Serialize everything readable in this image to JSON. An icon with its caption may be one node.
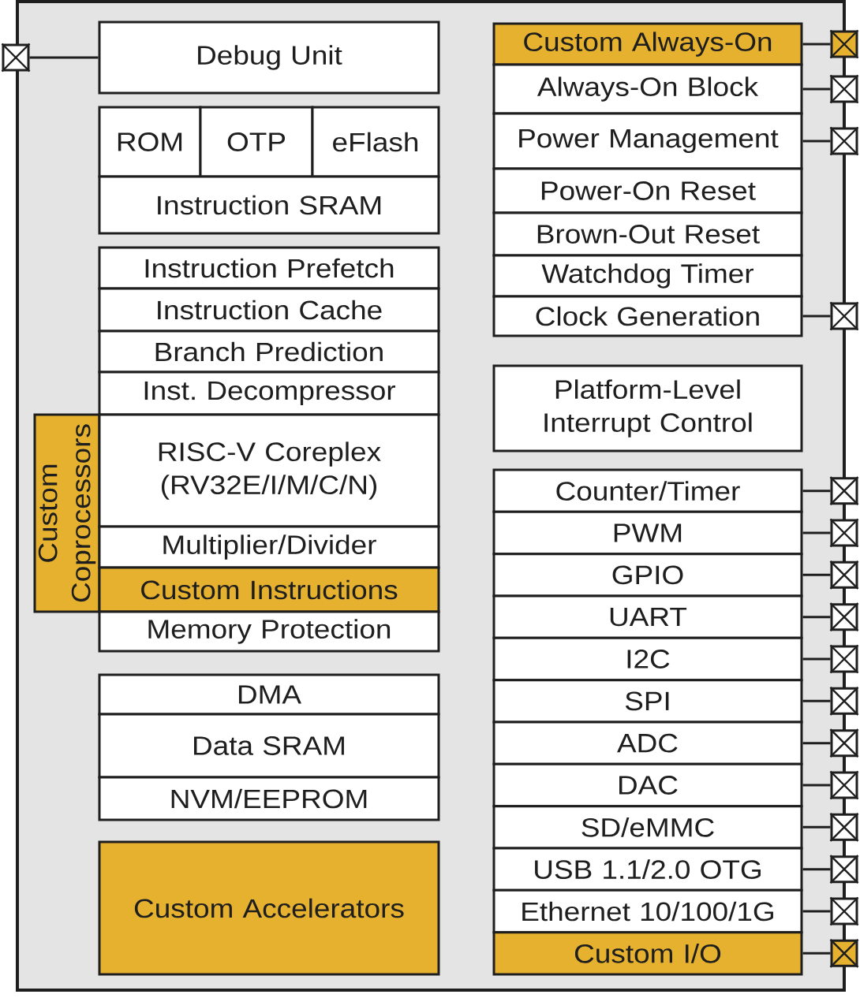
{
  "diagram": {
    "nodes": [
      {
        "text": [],
        "shape": "box"
      },
      {
        "text": [],
        "shape": "pad"
      },
      {
        "text": [
          "Debug Unit"
        ],
        "in": 0
      },
      {
        "text": [
          "ROM"
        ],
        "in": 0
      },
      {
        "text": [
          "OTP"
        ],
        "in": 0
      },
      {
        "text": [
          "eFlash"
        ],
        "in": 0
      },
      {
        "text": [
          "Instruction SRAM"
        ],
        "in": 0
      },
      {
        "text": [
          "Instruction Prefetch"
        ],
        "in": 0
      },
      {
        "text": [
          "Instruction Cache"
        ],
        "in": 0
      },
      {
        "text": [
          "Branch Prediction"
        ],
        "in": 0
      },
      {
        "text": [
          "Inst. Decompressor"
        ],
        "in": 0
      },
      {
        "text": [
          "Custom Coprocessors"
        ],
        "in": 0
      },
      {
        "text": [
          "RISC-V Coreplex (RV32E/I/M/C/N)"
        ],
        "in": 0
      },
      {
        "text": [
          "Multiplier/Divider"
        ],
        "in": 0
      },
      {
        "text": [
          "Custom Instructions"
        ],
        "in": 0
      },
      {
        "text": [
          "Memory Protection"
        ],
        "in": 0
      },
      {
        "text": [
          "DMA"
        ],
        "in": 0
      },
      {
        "text": [
          "Data SRAM"
        ],
        "in": 0
      },
      {
        "text": [
          "NVM/EEPROM"
        ],
        "in": 0
      },
      {
        "text": [
          "Custom Accelerators"
        ],
        "in": 0
      },
      {
        "text": [
          "Custom Always-On"
        ],
        "in": 0
      },
      {
        "text": [
          "Always-On Block"
        ],
        "in": 0
      },
      {
        "text": [
          "Power Management"
        ],
        "in": 0
      },
      {
        "text": [
          "Power-On Reset"
        ],
        "in": 0
      },
      {
        "text": [
          "Brown-Out Reset"
        ],
        "in": 0
      },
      {
        "text": [
          "Watchdog Timer"
        ],
        "in": 0
      },
      {
        "text": [
          "Clock Generation"
        ],
        "in": 0
      },
      {
        "text": [
          "Platform-Level Interrupt Control"
        ],
        "in": 0
      },
      {
        "text": [
          "Counter/Timer"
        ],
        "in": 0
      },
      {
        "text": [
          "PWM"
        ],
        "in": 0
      },
      {
        "text": [
          "GPIO"
        ],
        "in": 0
      },
      {
        "text": [
          "UART"
        ],
        "in": 0
      },
      {
        "text": [
          "I2C"
        ],
        "in": 0
      },
      {
        "text": [
          "SPI"
        ],
        "in": 0
      },
      {
        "text": [
          "ADC"
        ],
        "in": 0
      },
      {
        "text": [
          "DAC"
        ],
        "in": 0
      },
      {
        "text": [
          "SD/eMMC"
        ],
        "in": 0
      },
      {
        "text": [
          "USB 1.1/2.0 OTG"
        ],
        "in": 0
      },
      {
        "text": [
          "Ethernet 10/100/1G"
        ],
        "in": 0
      },
      {
        "text": [
          "Custom I/O"
        ],
        "in": 0
      },
      {
        "text": [],
        "shape": "pad"
      },
      {
        "text": [],
        "shape": "pad"
      },
      {
        "text": [],
        "shape": "pad"
      },
      {
        "text": [],
        "shape": "pad"
      },
      {
        "text": [],
        "shape": "pad"
      },
      {
        "text": [],
        "shape": "pad"
      },
      {
        "text": [],
        "shape": "pad"
      },
      {
        "text": [],
        "shape": "pad"
      },
      {
        "text": [],
        "shape": "pad"
      },
      {
        "text": [],
        "shape": "pad"
      },
      {
        "text": [],
        "shape": "pad"
      },
      {
        "text": [],
        "shape": "pad"
      },
      {
        "text": [],
        "shape": "pad"
      },
      {
        "text": [],
        "shape": "pad"
      },
      {
        "text": [],
        "shape": "pad"
      },
      {
        "text": [],
        "shape": "pad"
      }
    ],
    "edges": [
      {
        "from": 2,
        "to": 1,
        "arrow": "none"
      },
      {
        "from": 20,
        "to": 40,
        "arrow": "none"
      },
      {
        "from": 21,
        "to": 41,
        "arrow": "none"
      },
      {
        "from": 22,
        "to": 42,
        "arrow": "none"
      },
      {
        "from": 26,
        "to": 43,
        "arrow": "none"
      },
      {
        "from": 28,
        "to": 44,
        "arrow": "none"
      },
      {
        "from": 29,
        "to": 45,
        "arrow": "none"
      },
      {
        "from": 30,
        "to": 46,
        "arrow": "none"
      },
      {
        "from": 31,
        "to": 47,
        "arrow": "none"
      },
      {
        "from": 32,
        "to": 48,
        "arrow": "none"
      },
      {
        "from": 33,
        "to": 49,
        "arrow": "none"
      },
      {
        "from": 34,
        "to": 50,
        "arrow": "none"
      },
      {
        "from": 35,
        "to": 51,
        "arrow": "none"
      },
      {
        "from": 36,
        "to": 52,
        "arrow": "none"
      },
      {
        "from": 37,
        "to": 53,
        "arrow": "none"
      },
      {
        "from": 38,
        "to": 54,
        "arrow": "none"
      },
      {
        "from": 39,
        "to": 55,
        "arrow": "none"
      }
    ]
  }
}
